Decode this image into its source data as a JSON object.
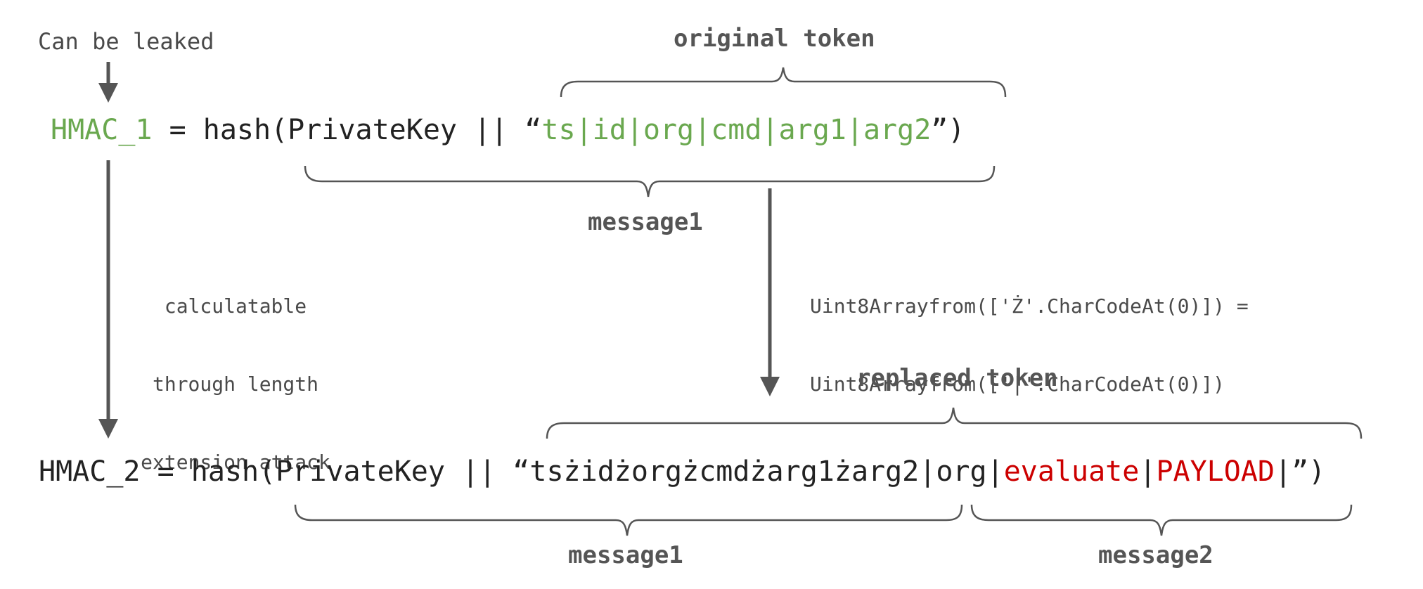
{
  "top_note": "Can be leaked",
  "line1": {
    "hmac": "HMAC_1",
    "op": " = hash(PrivateKey || “",
    "message": "ts|id|org|cmd|arg1|arg2",
    "close": "”)"
  },
  "labels": {
    "original_token": "original token",
    "replaced_token": "replaced token",
    "message1_top": "message1",
    "message1_bottom": "message1",
    "message2": "message2"
  },
  "notes": {
    "length_extension": [
      "calculatable",
      "through length",
      "extension attack"
    ],
    "charcode": [
      "Uint8Arrayfrom(['Ż'.CharCodeAt(0)]) =",
      "Uint8Arrayfrom(['|'.CharCodeAt(0)])"
    ]
  },
  "line2": {
    "prefix": "HMAC_2 = hash(PrivateKey || “tsżidżorgżcmdżarg1żarg2|org|",
    "evaluate": "evaluate",
    "sep": "|",
    "payload": "PAYLOAD",
    "close": "|”)"
  },
  "colors": {
    "green": "#6aa84f",
    "red": "#cc0000",
    "line": "#555555"
  }
}
